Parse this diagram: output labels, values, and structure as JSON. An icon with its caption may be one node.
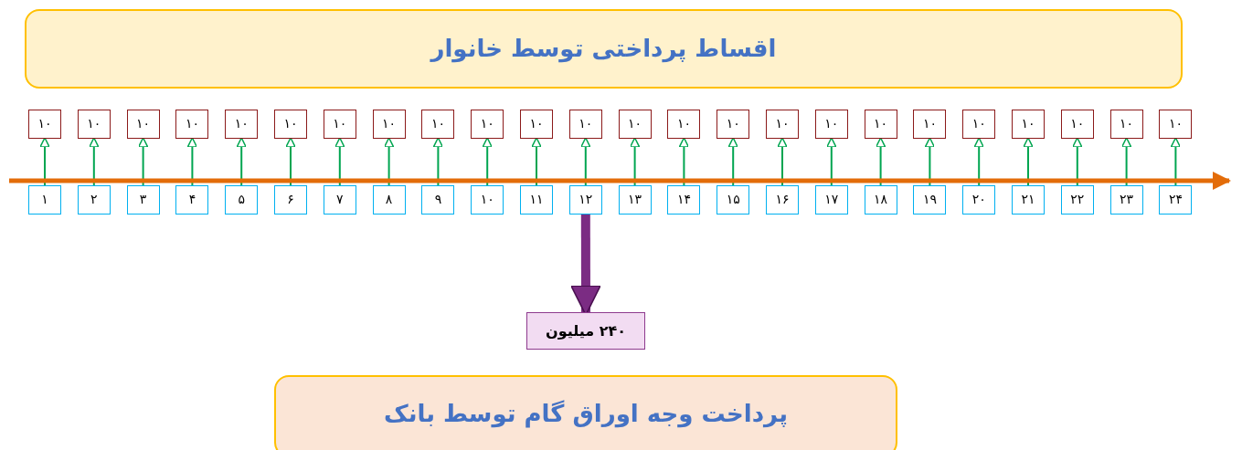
{
  "diagram": {
    "nodes": [
      {
        "text": [
          "اقساط پرداختی توسط خانوار"
        ]
      },
      {
        "text": [
          "۱۰"
        ]
      },
      {
        "text": [
          "۱۰"
        ]
      },
      {
        "text": [
          "۱۰"
        ]
      },
      {
        "text": [
          "۱۰"
        ]
      },
      {
        "text": [
          "۱۰"
        ]
      },
      {
        "text": [
          "۱۰"
        ]
      },
      {
        "text": [
          "۱۰"
        ]
      },
      {
        "text": [
          "۱۰"
        ]
      },
      {
        "text": [
          "۱۰"
        ]
      },
      {
        "text": [
          "۱۰"
        ]
      },
      {
        "text": [
          "۱۰"
        ]
      },
      {
        "text": [
          "۱۰"
        ]
      },
      {
        "text": [
          "۱۰"
        ]
      },
      {
        "text": [
          "۱۰"
        ]
      },
      {
        "text": [
          "۱۰"
        ]
      },
      {
        "text": [
          "۱۰"
        ]
      },
      {
        "text": [
          "۱۰"
        ]
      },
      {
        "text": [
          "۱۰"
        ]
      },
      {
        "text": [
          "۱۰"
        ]
      },
      {
        "text": [
          "۱۰"
        ]
      },
      {
        "text": [
          "۱۰"
        ]
      },
      {
        "text": [
          "۱۰"
        ]
      },
      {
        "text": [
          "۱۰"
        ]
      },
      {
        "text": [
          "۱۰"
        ]
      },
      {
        "text": [
          "۱"
        ]
      },
      {
        "text": [
          "۲"
        ]
      },
      {
        "text": [
          "۳"
        ]
      },
      {
        "text": [
          "۴"
        ]
      },
      {
        "text": [
          "۵"
        ]
      },
      {
        "text": [
          "۶"
        ]
      },
      {
        "text": [
          "۷"
        ]
      },
      {
        "text": [
          "۸"
        ]
      },
      {
        "text": [
          "۹"
        ]
      },
      {
        "text": [
          "۱۰"
        ]
      },
      {
        "text": [
          "۱۱"
        ]
      },
      {
        "text": [
          "۱۲"
        ]
      },
      {
        "text": [
          "۱۳"
        ]
      },
      {
        "text": [
          "۱۴"
        ]
      },
      {
        "text": [
          "۱۵"
        ]
      },
      {
        "text": [
          "۱۶"
        ]
      },
      {
        "text": [
          "۱۷"
        ]
      },
      {
        "text": [
          "۱۸"
        ]
      },
      {
        "text": [
          "۱۹"
        ]
      },
      {
        "text": [
          "۲۰"
        ]
      },
      {
        "text": [
          "۲۱"
        ]
      },
      {
        "text": [
          "۲۲"
        ]
      },
      {
        "text": [
          "۲۳"
        ]
      },
      {
        "text": [
          "۲۴"
        ]
      },
      {
        "text": [
          "۲۴۰ میلیون"
        ]
      },
      {
        "text": [
          "پرداخت وجه اوراق گام توسط بانک"
        ]
      }
    ],
    "edges": [
      {
        "from": 25,
        "to": 1,
        "arrow": "to"
      },
      {
        "from": 26,
        "to": 2,
        "arrow": "to"
      },
      {
        "from": 27,
        "to": 3,
        "arrow": "to"
      },
      {
        "from": 28,
        "to": 4,
        "arrow": "to"
      },
      {
        "from": 29,
        "to": 5,
        "arrow": "to"
      },
      {
        "from": 30,
        "to": 6,
        "arrow": "to"
      },
      {
        "from": 31,
        "to": 7,
        "arrow": "to"
      },
      {
        "from": 32,
        "to": 8,
        "arrow": "to"
      },
      {
        "from": 33,
        "to": 9,
        "arrow": "to"
      },
      {
        "from": 34,
        "to": 10,
        "arrow": "to"
      },
      {
        "from": 35,
        "to": 11,
        "arrow": "to"
      },
      {
        "from": 36,
        "to": 12,
        "arrow": "to"
      },
      {
        "from": 37,
        "to": 13,
        "arrow": "to"
      },
      {
        "from": 38,
        "to": 14,
        "arrow": "to"
      },
      {
        "from": 39,
        "to": 15,
        "arrow": "to"
      },
      {
        "from": 40,
        "to": 16,
        "arrow": "to"
      },
      {
        "from": 41,
        "to": 17,
        "arrow": "to"
      },
      {
        "from": 42,
        "to": 18,
        "arrow": "to"
      },
      {
        "from": 43,
        "to": 19,
        "arrow": "to"
      },
      {
        "from": 44,
        "to": 20,
        "arrow": "to"
      },
      {
        "from": 45,
        "to": 21,
        "arrow": "to"
      },
      {
        "from": 46,
        "to": 22,
        "arrow": "to"
      },
      {
        "from": 47,
        "to": 23,
        "arrow": "to"
      },
      {
        "from": 48,
        "to": 24,
        "arrow": "to"
      },
      {
        "from": 36,
        "to": 49,
        "arrow": "to",
        "style": "thick",
        "color": "#7b2c83"
      }
    ]
  }
}
